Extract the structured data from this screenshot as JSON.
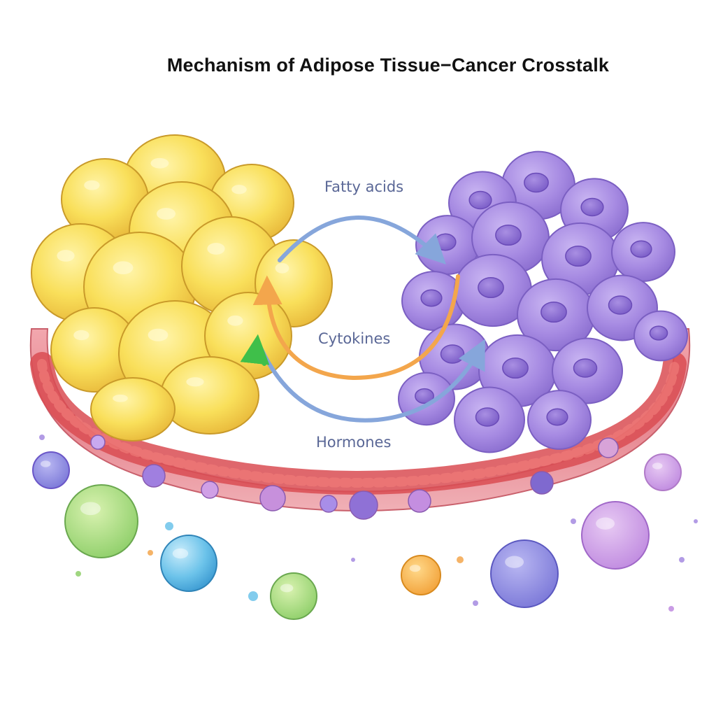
{
  "title": "Mechanism of Adipose Tissue−Cancer Crosstalk",
  "labels": {
    "fatty_acids": "Fatty acids",
    "cytokines": "Cytokines",
    "hormones": "Hormones"
  },
  "colors": {
    "adipocyte": "#f5d64a",
    "adipocyte_edge": "#d4a928",
    "cancer_cell": "#a58ae0",
    "cancer_edge": "#7d62c4",
    "vessel": "#e98a92",
    "blood": "#e0484a",
    "arrow_blue": "#86a6db",
    "arrow_orange": "#f3a64c",
    "arrow_green": "#3fbf4a"
  },
  "icons": {
    "adipose": "adipose-tissue-cluster-icon",
    "tumor": "tumor-cell-cluster-icon",
    "vessel": "blood-vessel-icon"
  }
}
